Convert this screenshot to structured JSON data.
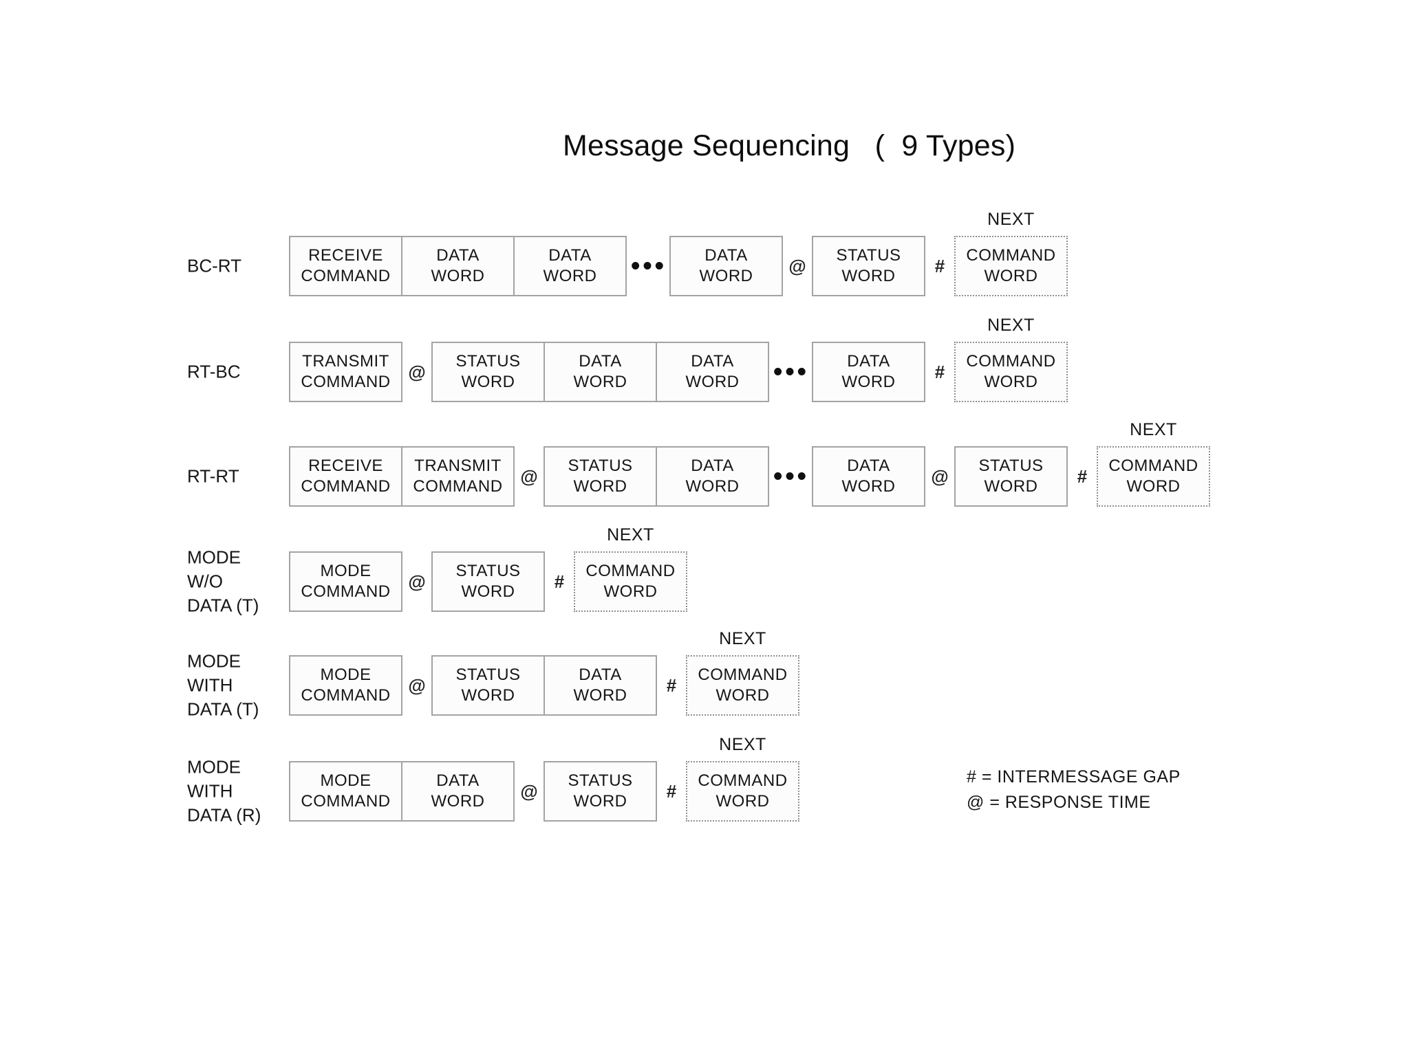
{
  "title": "Message Sequencing   (  9 Types)",
  "rows": [
    {
      "label": "BC-RT",
      "items": [
        {
          "type": "group",
          "boxes": [
            [
              "RECEIVE",
              "COMMAND"
            ],
            [
              "DATA",
              "WORD"
            ],
            [
              "DATA",
              "WORD"
            ]
          ]
        },
        {
          "type": "dots"
        },
        {
          "type": "box",
          "text": [
            "DATA",
            "WORD"
          ]
        },
        {
          "type": "symbol",
          "text": "@"
        },
        {
          "type": "box",
          "text": [
            "STATUS",
            "WORD"
          ]
        },
        {
          "type": "symbol",
          "text": "#"
        },
        {
          "type": "next",
          "caption": "NEXT",
          "text": [
            "COMMAND",
            "WORD"
          ]
        }
      ]
    },
    {
      "label": "RT-BC",
      "items": [
        {
          "type": "box",
          "text": [
            "TRANSMIT",
            "COMMAND"
          ]
        },
        {
          "type": "symbol",
          "text": "@"
        },
        {
          "type": "group",
          "boxes": [
            [
              "STATUS",
              "WORD"
            ],
            [
              "DATA",
              "WORD"
            ],
            [
              "DATA",
              "WORD"
            ]
          ]
        },
        {
          "type": "dots"
        },
        {
          "type": "box",
          "text": [
            "DATA",
            "WORD"
          ]
        },
        {
          "type": "symbol",
          "text": "#"
        },
        {
          "type": "next",
          "caption": "NEXT",
          "text": [
            "COMMAND",
            "WORD"
          ]
        }
      ]
    },
    {
      "label": "RT-RT",
      "items": [
        {
          "type": "group",
          "boxes": [
            [
              "RECEIVE",
              "COMMAND"
            ],
            [
              "TRANSMIT",
              "COMMAND"
            ]
          ]
        },
        {
          "type": "symbol",
          "text": "@"
        },
        {
          "type": "group",
          "boxes": [
            [
              "STATUS",
              "WORD"
            ],
            [
              "DATA",
              "WORD"
            ]
          ]
        },
        {
          "type": "dots"
        },
        {
          "type": "box",
          "text": [
            "DATA",
            "WORD"
          ]
        },
        {
          "type": "symbol",
          "text": "@"
        },
        {
          "type": "box",
          "text": [
            "STATUS",
            "WORD"
          ]
        },
        {
          "type": "symbol",
          "text": "#"
        },
        {
          "type": "next",
          "caption": "NEXT",
          "text": [
            "COMMAND",
            "WORD"
          ]
        }
      ]
    },
    {
      "label": "MODE\nW/O\nDATA (T)",
      "items": [
        {
          "type": "box",
          "text": [
            "MODE",
            "COMMAND"
          ]
        },
        {
          "type": "symbol",
          "text": "@"
        },
        {
          "type": "box",
          "text": [
            "STATUS",
            "WORD"
          ]
        },
        {
          "type": "symbol",
          "text": "#"
        },
        {
          "type": "next",
          "caption": "NEXT",
          "text": [
            "COMMAND",
            "WORD"
          ]
        }
      ]
    },
    {
      "label": "MODE\nWITH\nDATA (T)",
      "items": [
        {
          "type": "box",
          "text": [
            "MODE",
            "COMMAND"
          ]
        },
        {
          "type": "symbol",
          "text": "@"
        },
        {
          "type": "group",
          "boxes": [
            [
              "STATUS",
              "WORD"
            ],
            [
              "DATA",
              "WORD"
            ]
          ]
        },
        {
          "type": "symbol",
          "text": "#"
        },
        {
          "type": "next",
          "caption": "NEXT",
          "text": [
            "COMMAND",
            "WORD"
          ]
        }
      ]
    },
    {
      "label": "MODE\nWITH\nDATA (R)",
      "items": [
        {
          "type": "group",
          "boxes": [
            [
              "MODE",
              "COMMAND"
            ],
            [
              "DATA",
              "WORD"
            ]
          ]
        },
        {
          "type": "symbol",
          "text": "@"
        },
        {
          "type": "box",
          "text": [
            "STATUS",
            "WORD"
          ]
        },
        {
          "type": "symbol",
          "text": "#"
        },
        {
          "type": "next",
          "caption": "NEXT",
          "text": [
            "COMMAND",
            "WORD"
          ]
        }
      ]
    }
  ],
  "dots_glyph": "•••",
  "legend": {
    "intermessage_gap": "# = INTERMESSAGE GAP",
    "response_time": "@ = RESPONSE TIME"
  },
  "colors": {
    "background": "#ffffff",
    "box_border": "#a3a3a3",
    "box_fill": "#fcfcfc",
    "text": "#161616"
  }
}
